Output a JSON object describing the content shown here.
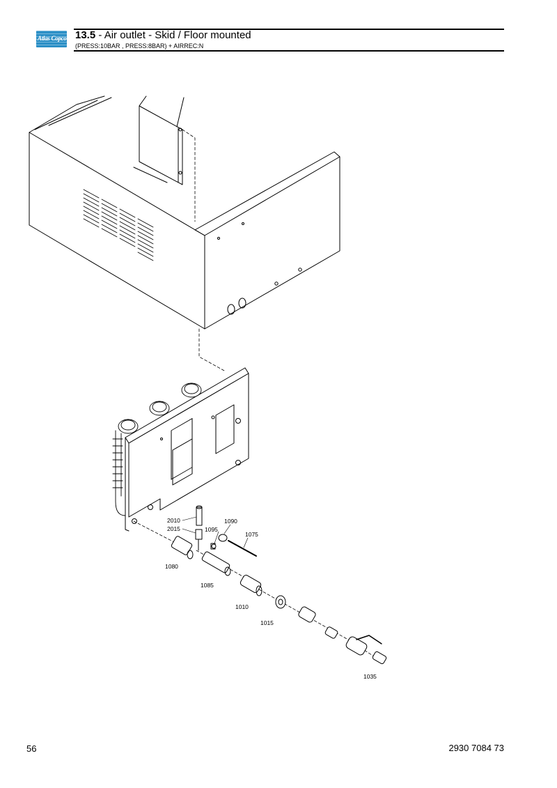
{
  "header": {
    "logo_text": "Atlas Copco",
    "section_number": "13.5",
    "section_title": " - Air outlet - Skid / Floor mounted",
    "subtitle": "(PRESS:10BAR , PRESS:8BAR) + AIRREC:N"
  },
  "callouts": {
    "p2010": "2010",
    "p2015": "2015",
    "p1090": "1090",
    "p1095": "1095",
    "p1075": "1075",
    "p1080": "1080",
    "p1085": "1085",
    "p1010": "1010",
    "p1015": "1015",
    "p1035": "1035"
  },
  "footer": {
    "page_number": "56",
    "document_number": "2930 7084 73"
  },
  "colors": {
    "brand_blue": "#2b8fc6",
    "line": "#000000"
  }
}
